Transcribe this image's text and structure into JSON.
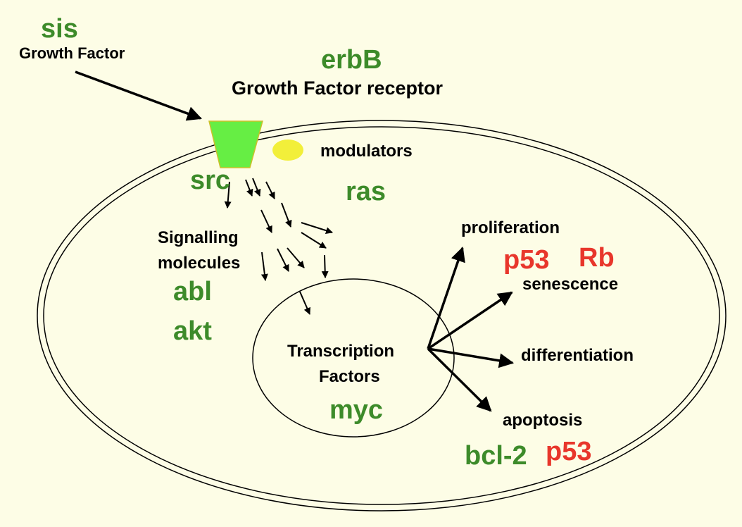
{
  "labels": {
    "sis": "sis",
    "growth_factor": "Growth Factor",
    "erbB": "erbB",
    "growth_factor_receptor": "Growth Factor receptor",
    "modulators": "modulators",
    "src": "src",
    "ras": "ras",
    "signalling_molecules_line1": "Signalling",
    "signalling_molecules_line2": "molecules",
    "abl": "abl",
    "akt": "akt",
    "transcription_factors_line1": "Transcription",
    "transcription_factors_line2": "Factors",
    "myc": "myc",
    "proliferation": "proliferation",
    "p53_top": "p53",
    "rb": "Rb",
    "senescence": "senescence",
    "differentiation": "differentiation",
    "apoptosis": "apoptosis",
    "bcl2": "bcl-2",
    "p53_bottom": "p53"
  },
  "colors": {
    "background": "#fdfde6",
    "oncogene_green": "#3d8b2a",
    "suppressor_red": "#e8362b",
    "receptor_green": "#66ee44",
    "modulator_yellow": "#f2ef3a"
  }
}
